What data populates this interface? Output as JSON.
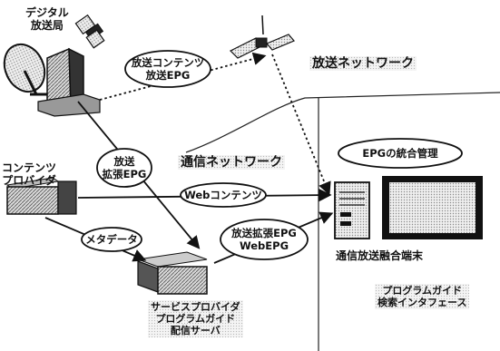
{
  "labels": {
    "digital_station": [
      "デジタル",
      "放送局"
    ],
    "content_provider": [
      "コンテンツ",
      "プロバイダ"
    ],
    "broadcast_network": "放送ネットワーク",
    "comm_network": "通信ネットワーク",
    "epg_mgmt": "EPGの統合管理",
    "terminal": "通信放送融合端末",
    "service_provider": [
      "サービスプロバイダ",
      "プログラムガイド",
      "配信サーバ"
    ],
    "search_ui": [
      "プログラムガイド",
      "検索インタフェース"
    ]
  },
  "ellipses": {
    "broadcast_content": [
      "放送コンテンツ",
      "放送EPG"
    ],
    "extended_epg": [
      "放送",
      "拡張EPG"
    ],
    "web_content": "Webコンテンツ",
    "metadata": "メタデータ",
    "ext_web_epg": [
      "放送拡張EPG",
      "WebEPG"
    ]
  }
}
